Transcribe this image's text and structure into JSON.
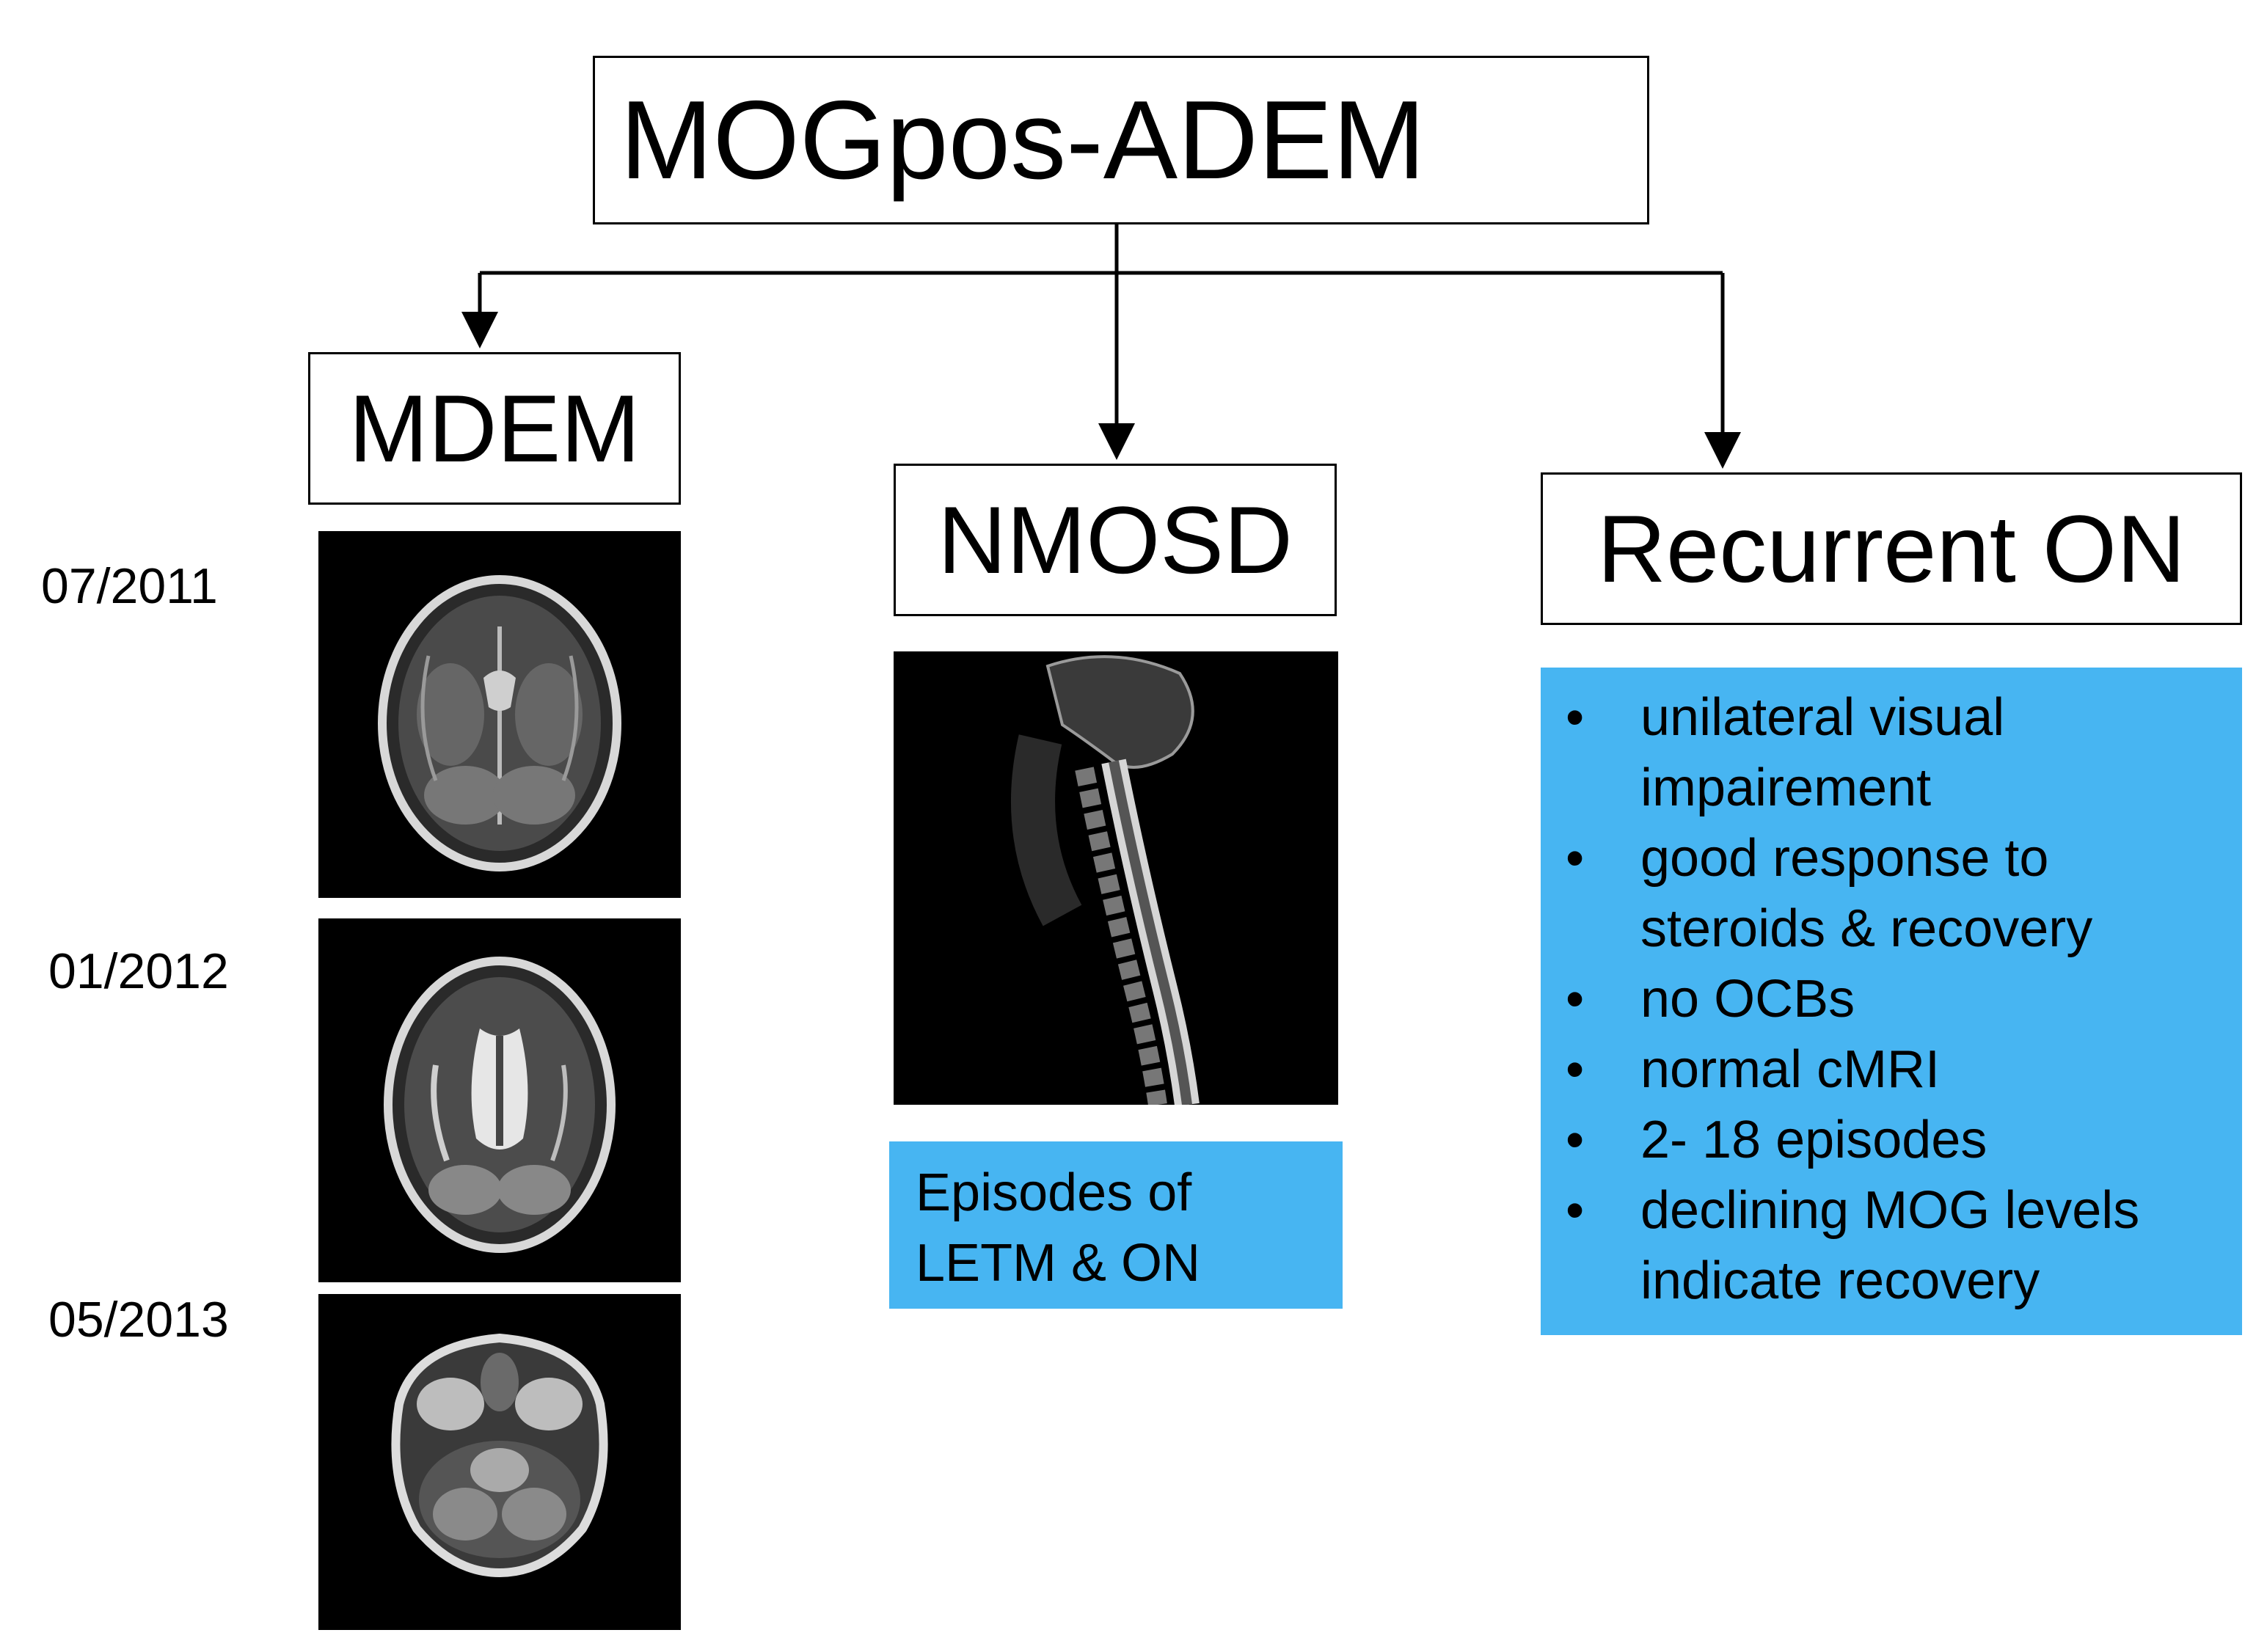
{
  "root": {
    "label": "MOGpos-ADEM"
  },
  "branches": [
    {
      "label": "MDEM"
    },
    {
      "label": "NMOSD"
    },
    {
      "label": "Recurrent ON"
    }
  ],
  "mdem": {
    "dates": [
      "07/2011",
      "01/2012",
      "05/2013"
    ]
  },
  "nmosd": {
    "note_lines": [
      "Episodes of",
      "LETM & ON"
    ]
  },
  "recurrent_on": {
    "bullet_symbol": "•",
    "features": [
      "unilateral visual impairement",
      "good response to steroids & recovery",
      "no OCBs",
      "normal cMRI",
      "2- 18 episodes",
      "declining MOG levels indicate recovery"
    ]
  },
  "colors": {
    "highlight_blue": "#47b5f2",
    "line": "#000000"
  }
}
